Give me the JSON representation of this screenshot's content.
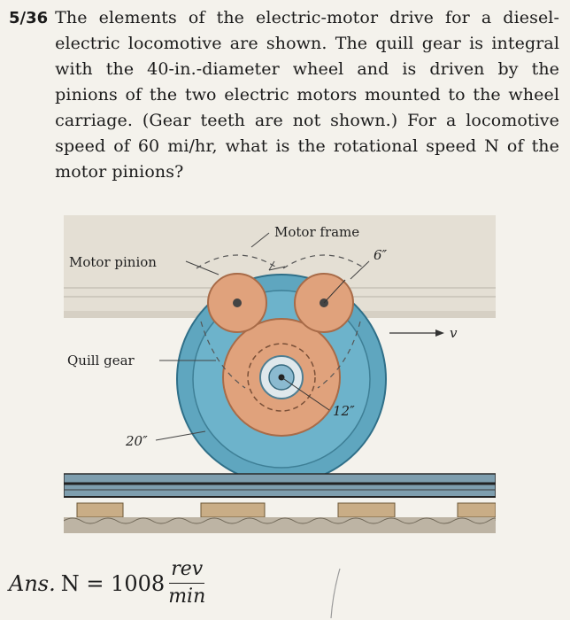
{
  "problem": {
    "number": "5/36",
    "text": "The elements of the electric-motor drive for a diesel-electric locomotive are shown. The quill gear is integral with the 40-in.-diameter wheel and is driven by the pinions of the two electric motors mounted to the wheel carriage. (Gear teeth are not shown.) For a locomotive speed of 60 mi/hr, what is the rotational speed N of the motor pinions?"
  },
  "figure": {
    "labels": {
      "motor_frame": "Motor frame",
      "motor_pinion": "Motor pinion",
      "pinion_dim": "6″",
      "quill_gear": "Quill gear",
      "velocity": "v",
      "quill_dim": "12″",
      "wheel_dim": "20″"
    },
    "colors": {
      "wheel": "#5fa6bf",
      "gear": "#e0a27c",
      "frame": "#e4dfd4",
      "rail": "#7e9eae",
      "tie": "#c9ad86"
    }
  },
  "answer": {
    "label": "Ans.",
    "expression": "N = 1008",
    "unit_numerator": "rev",
    "unit_denominator": "min"
  }
}
